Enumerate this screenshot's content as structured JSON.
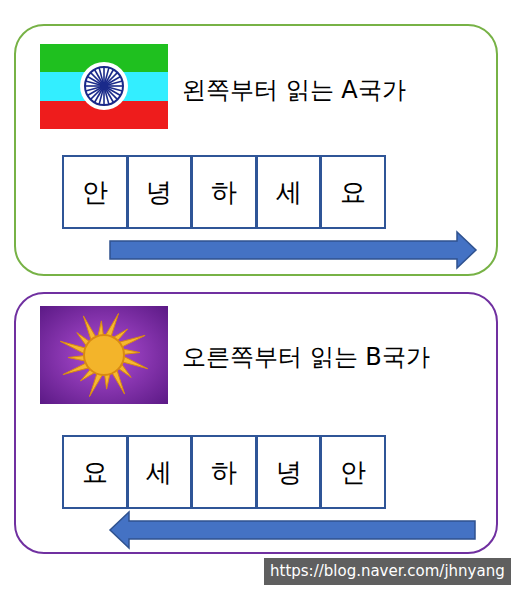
{
  "diagram": {
    "nodes": [
      {
        "text": [
          "왼쪽부터 읽는 A국가"
        ]
      },
      {
        "text": [
          "안"
        ],
        "in": 0
      },
      {
        "text": [
          "녕"
        ],
        "in": 0
      },
      {
        "text": [
          "하"
        ],
        "in": 0
      },
      {
        "text": [
          "세"
        ],
        "in": 0
      },
      {
        "text": [
          "요"
        ],
        "in": 0
      },
      {
        "text": [
          "오른쪽부터 읽는 B국가"
        ]
      },
      {
        "text": [
          "요"
        ],
        "in": 6
      },
      {
        "text": [
          "세"
        ],
        "in": 6
      },
      {
        "text": [
          "하"
        ],
        "in": 6
      },
      {
        "text": [
          "녕"
        ],
        "in": 6
      },
      {
        "text": [
          "안"
        ],
        "in": 6
      }
    ],
    "labels": [
      "https://blog.naver.com/jhnyang"
    ]
  }
}
